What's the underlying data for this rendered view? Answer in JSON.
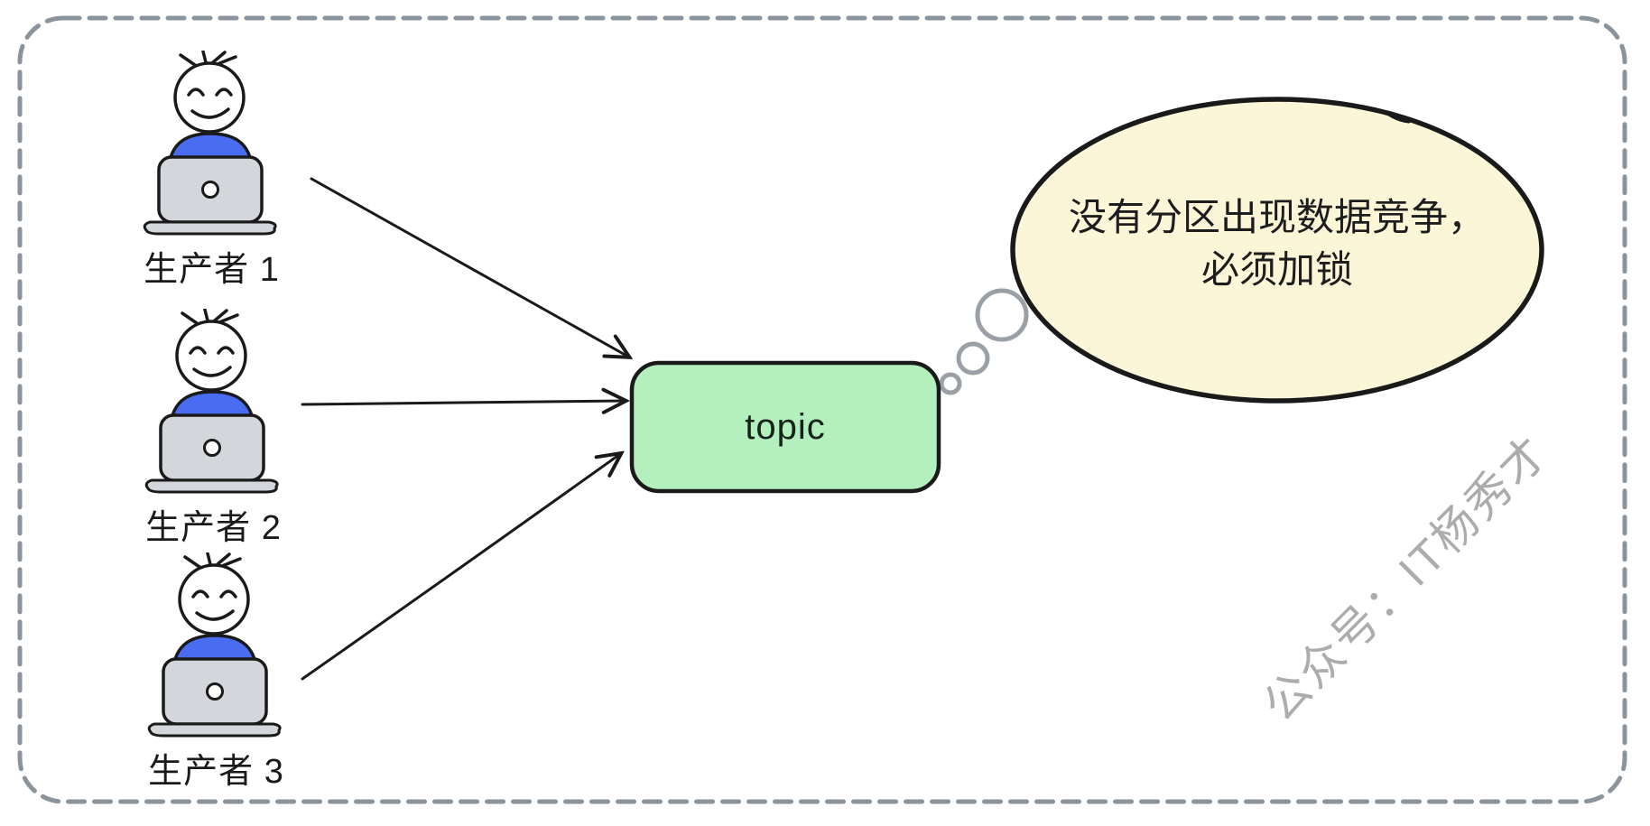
{
  "diagram": {
    "producers": [
      {
        "label": "生产者 1"
      },
      {
        "label": "生产者 2"
      },
      {
        "label": "生产者 3"
      }
    ],
    "topic": {
      "label": "topic"
    },
    "thought_bubble": {
      "line1": "没有分区出现数据竞争，",
      "line2": "必须加锁"
    },
    "watermark": "公众号：IT杨秀才"
  },
  "colors": {
    "topic-fill": "#b4efbe",
    "bubble-fill": "#fcf6d9",
    "shirt-blue": "#4a6cf0",
    "laptop-gray": "#d3d6db",
    "border-gray": "#8b939c",
    "thought-gray": "#9aa0a6",
    "watermark-gray": "#acacac",
    "ink": "#1a1a1a"
  }
}
